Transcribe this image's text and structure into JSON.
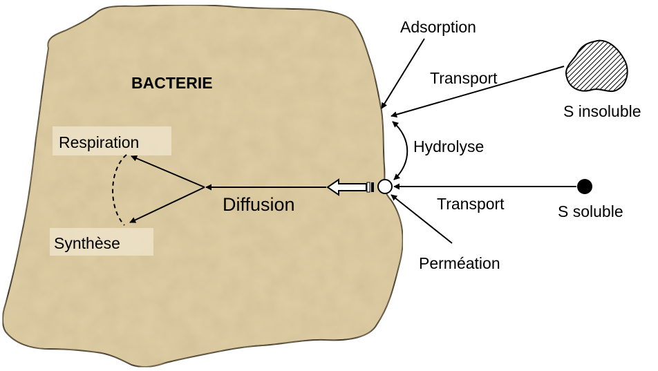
{
  "labels": {
    "bacteria": "BACTERIE",
    "adsorption": "Adsorption",
    "transport_top": "Transport",
    "insoluble": "S insoluble",
    "hydrolysis": "Hydrolyse",
    "transport_bottom": "Transport",
    "soluble": "S soluble",
    "diffusion": "Diffusion",
    "respiration": "Respiration",
    "synthesis": "Synthèse",
    "permeation": "Perméation"
  },
  "colors": {
    "cell_fill": "#e0cfa6",
    "cell_outline": "#000000",
    "patch_fill": "#f0e6cd",
    "ink": "#000000"
  }
}
